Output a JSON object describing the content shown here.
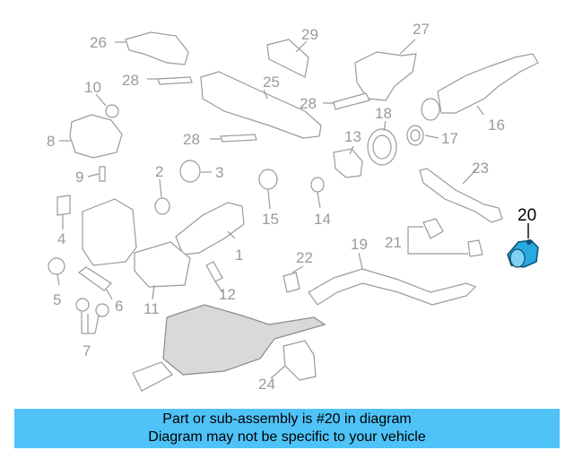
{
  "diagram": {
    "callouts": [
      {
        "id": "1",
        "label": "1"
      },
      {
        "id": "2",
        "label": "2"
      },
      {
        "id": "3",
        "label": "3"
      },
      {
        "id": "4",
        "label": "4"
      },
      {
        "id": "5",
        "label": "5"
      },
      {
        "id": "6",
        "label": "6"
      },
      {
        "id": "7",
        "label": "7"
      },
      {
        "id": "8",
        "label": "8"
      },
      {
        "id": "9",
        "label": "9"
      },
      {
        "id": "10",
        "label": "10"
      },
      {
        "id": "11",
        "label": "11"
      },
      {
        "id": "12",
        "label": "12"
      },
      {
        "id": "13",
        "label": "13"
      },
      {
        "id": "14",
        "label": "14"
      },
      {
        "id": "15",
        "label": "15"
      },
      {
        "id": "16",
        "label": "16"
      },
      {
        "id": "17",
        "label": "17"
      },
      {
        "id": "18",
        "label": "18"
      },
      {
        "id": "19",
        "label": "19"
      },
      {
        "id": "20",
        "label": "20"
      },
      {
        "id": "21",
        "label": "21"
      },
      {
        "id": "22",
        "label": "22"
      },
      {
        "id": "23",
        "label": "23"
      },
      {
        "id": "24",
        "label": "24"
      },
      {
        "id": "25",
        "label": "25"
      },
      {
        "id": "26",
        "label": "26"
      },
      {
        "id": "27",
        "label": "27"
      },
      {
        "id": "28a",
        "label": "28"
      },
      {
        "id": "28b",
        "label": "28"
      },
      {
        "id": "28c",
        "label": "28"
      },
      {
        "id": "29",
        "label": "29"
      }
    ],
    "highlighted_part": "20",
    "highlight_color": "#29a9e1"
  },
  "banner": {
    "line1": "Part or sub-assembly is #20 in diagram",
    "line2": "Diagram may not be specific to your vehicle",
    "background": "#4fc3f7"
  }
}
